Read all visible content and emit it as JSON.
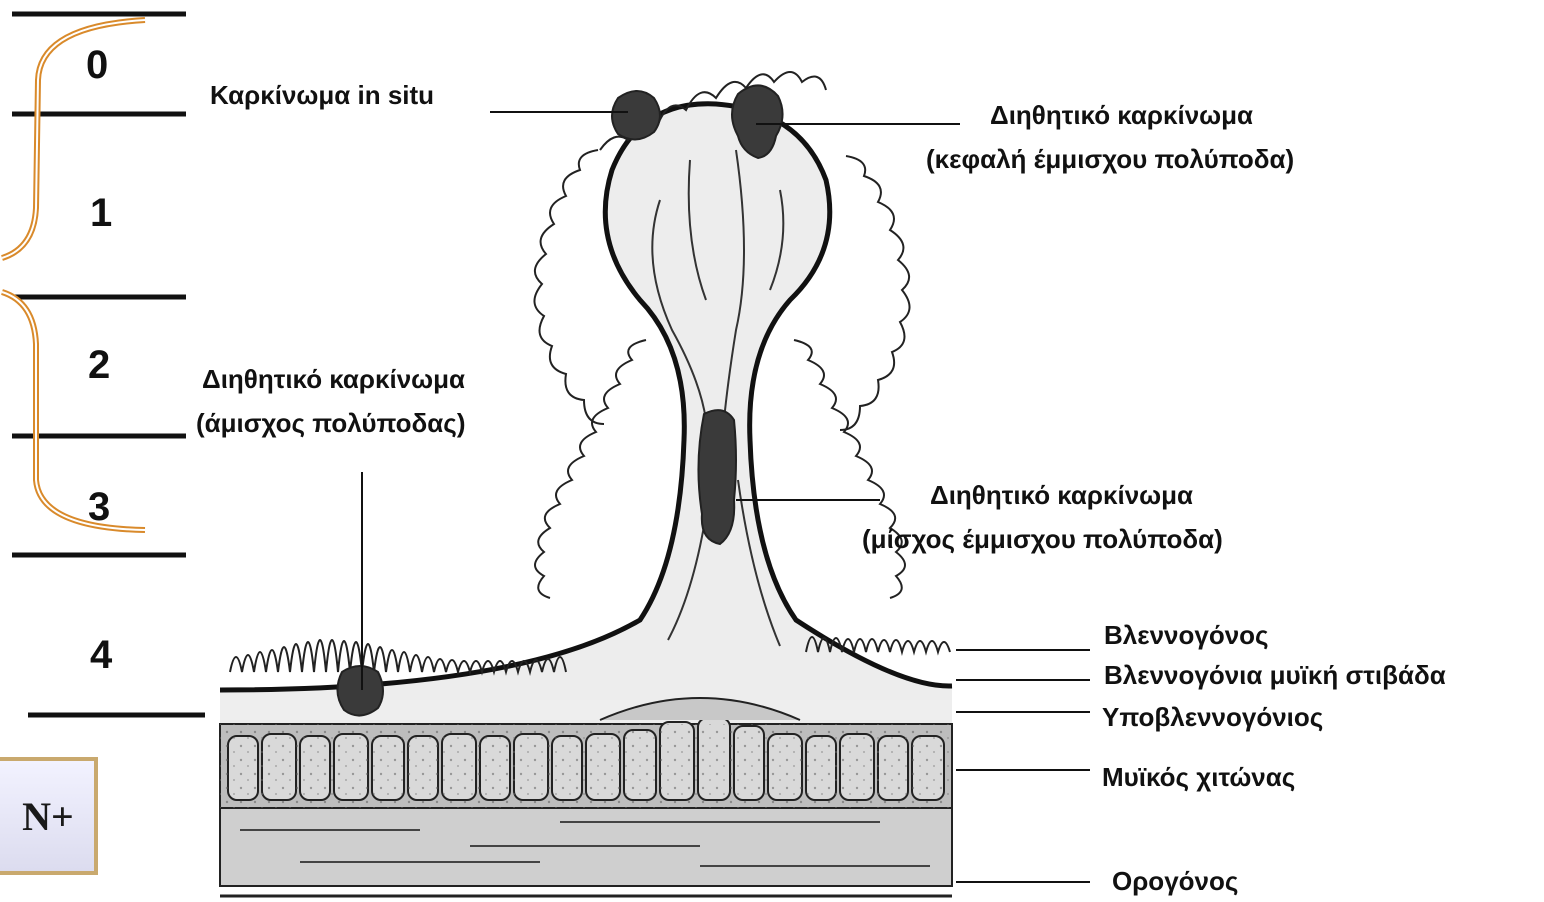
{
  "stages": [
    "0",
    "1",
    "2",
    "3",
    "4"
  ],
  "labels": {
    "in_situ": "Καρκίνωμα in situ",
    "head_line1": "Διηθητικό καρκίνωμα",
    "head_line2": "(κεφαλή έμμισχου πολύποδα)",
    "sessile_line1": "Διηθητικό καρκίνωμα",
    "sessile_line2": "(άμισχος πολύποδας)",
    "stalk_line1": "Διηθητικό καρκίνωμα",
    "stalk_line2": "(μίσχος έμμισχου πολύποδα)"
  },
  "layers": {
    "mucosa": "Βλεννογόνος",
    "muscularis_mucosae": "Βλεννογόνια μυϊκή στιβάδα",
    "submucosa": "Υποβλεννογόνιος",
    "muscularis_propria": "Μυϊκός χιτώνας",
    "serosa": "Ορογόνος"
  },
  "node_box": "N+",
  "colors": {
    "bracket": "#d98a2b",
    "tumor": "#3a3a3a",
    "ink": "#111111",
    "box_border": "#c9a96e"
  }
}
